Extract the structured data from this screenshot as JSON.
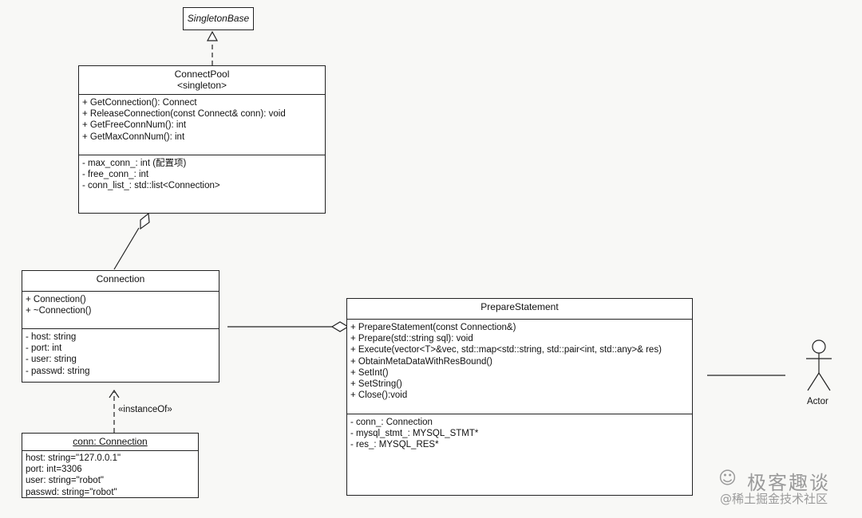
{
  "singleton_base": {
    "name": "SingletonBase"
  },
  "connect_pool": {
    "name": "ConnectPool",
    "stereotype": "<singleton>",
    "operations": [
      "+ GetConnection(): Connect",
      "+ ReleaseConnection(const Connect& conn): void",
      "+ GetFreeConnNum(): int",
      "+ GetMaxConnNum(): int"
    ],
    "attributes": [
      "- max_conn_: int (配置项)",
      "- free_conn_: int",
      "- conn_list_: std::list<Connection>"
    ]
  },
  "connection": {
    "name": "Connection",
    "operations": [
      "+ Connection()",
      "+ ~Connection()"
    ],
    "attributes": [
      "- host: string",
      "- port: int",
      "- user: string",
      "- passwd: string"
    ]
  },
  "conn_instance": {
    "name": "conn: Connection",
    "slots": [
      "host: string=\"127.0.0.1\"",
      "port: int=3306",
      "user: string=\"robot\"",
      "passwd: string=\"robot\""
    ]
  },
  "instance_of_label": "«instanceOf»",
  "prepare_statement": {
    "name": "PrepareStatement",
    "operations": [
      "+ PrepareStatement(const Connection&)",
      "+ Prepare(std::string sql): void",
      "+ Execute(vector<T>&vec, std::map<std::string, std::pair<int, std::any>& res)",
      "+ ObtainMetaDataWithResBound()",
      "+ SetInt()",
      "+ SetString()",
      "+ Close():void"
    ],
    "attributes": [
      "- conn_: Connection",
      "- mysql_stmt_: MYSQL_STMT*",
      "- res_: MYSQL_RES*"
    ]
  },
  "actor": {
    "label": "Actor"
  },
  "watermark": {
    "line1": "极客趣谈",
    "line2": "@稀土掘金技术社区"
  }
}
